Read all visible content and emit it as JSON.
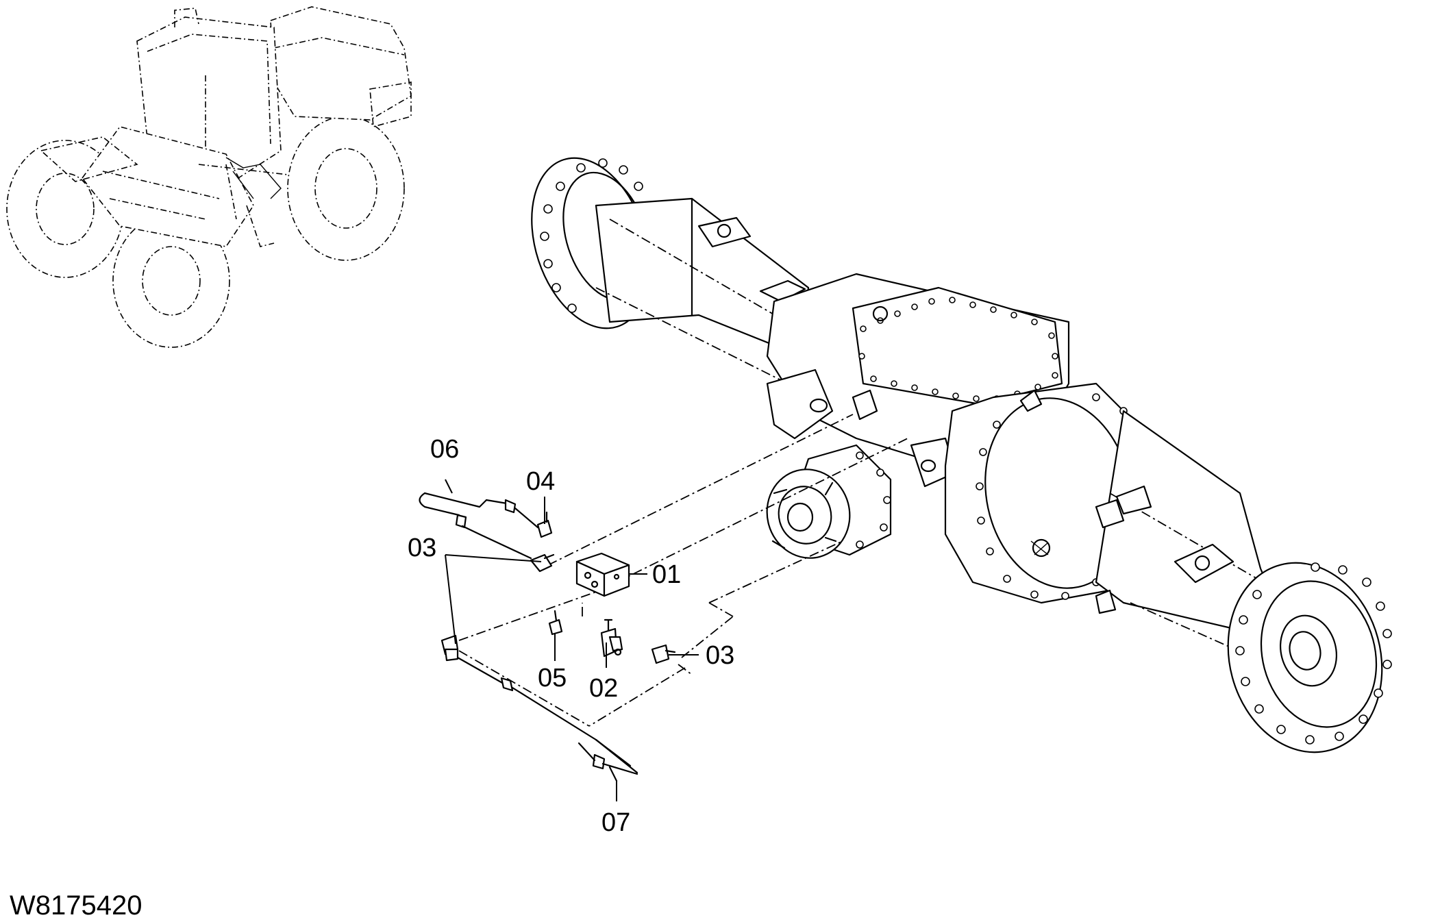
{
  "figure_id": "W8175420",
  "callouts": {
    "c01": "01",
    "c02": "02",
    "c03a": "03",
    "c03b": "03",
    "c04": "04",
    "c05": "05",
    "c06": "06",
    "c07": "07"
  }
}
